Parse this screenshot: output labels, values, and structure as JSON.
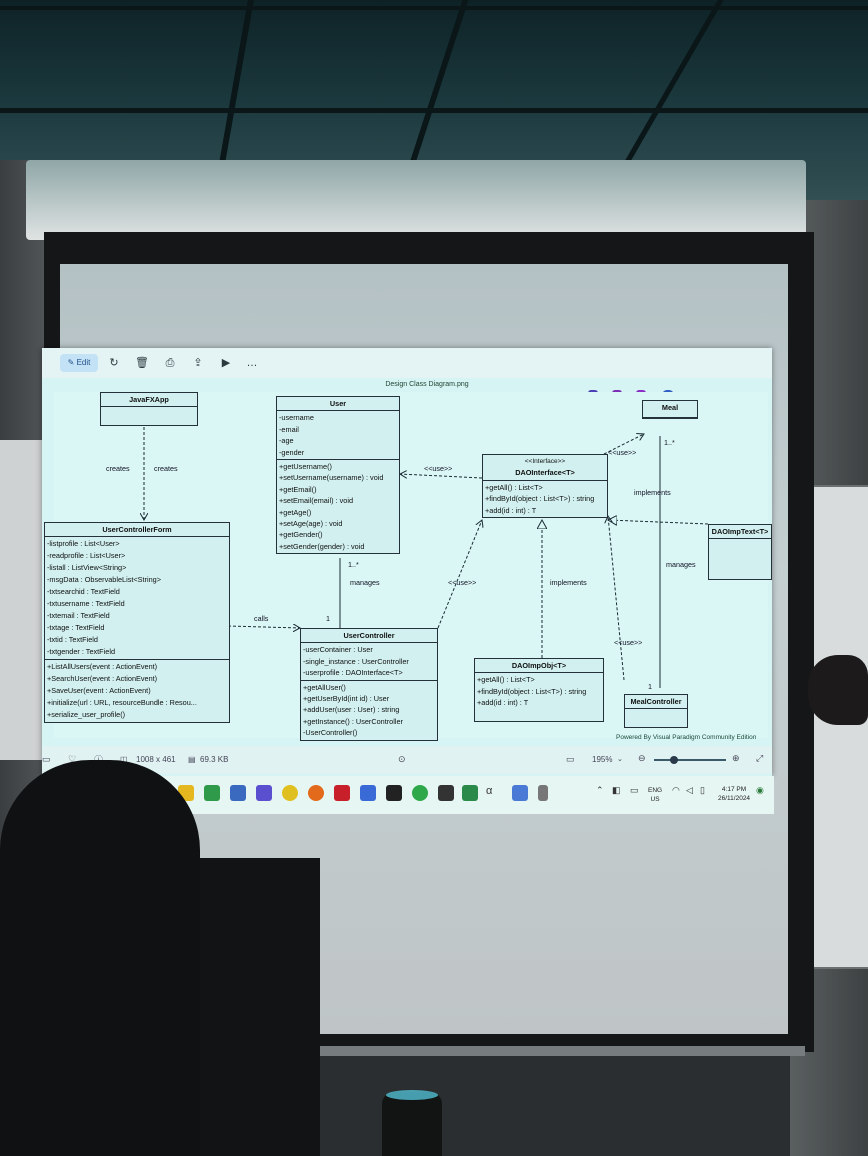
{
  "app": {
    "toolbar": {
      "edit_label": "Edit"
    },
    "title": "Design Class Diagram.png",
    "status": {
      "dimensions": "1008 x 461",
      "filesize": "69.3 KB",
      "zoom": "195%"
    }
  },
  "diagram": {
    "javafxapp": {
      "name": "JavaFXApp"
    },
    "user": {
      "name": "User",
      "attributes": [
        "-username",
        "-email",
        "-age",
        "-gender"
      ],
      "methods": [
        "+getUsername()",
        "+setUsername(username) : void",
        "+getEmail()",
        "+setEmail(email) : void",
        "+getAge()",
        "+setAge(age) : void",
        "+getGender()",
        "+setGender(gender) : void"
      ]
    },
    "daointerface": {
      "stereotype": "<<Interface>>",
      "name": "DAOInterface<T>",
      "methods": [
        "+getAll() : List<T>",
        "+findById(object : List<T>) : string",
        "+add(id : int) : T"
      ]
    },
    "usercontrollerform": {
      "name": "UserControllerForm",
      "attributes": [
        "-listprofile : List<User>",
        "-readprofile : List<User>",
        "-listall : ListView<String>",
        "-msgData : ObservableList<String>",
        "-txtsearchid : TextField",
        "-txtusername : TextField",
        "-txtemail : TextField",
        "-txtage : TextField",
        "-txtid : TextField",
        "-txtgender : TextField"
      ],
      "methods": [
        "+ListAllUsers(event : ActionEvent)",
        "+SearchUser(event : ActionEvent)",
        "+SaveUser(event : ActionEvent)",
        "+initialize(url : URL, resourceBundle : Resou...",
        "+serialize_user_profile()"
      ]
    },
    "usercontroller": {
      "name": "UserController",
      "attributes": [
        "-userContainer : User",
        "-single_instance : UserController",
        "-userprofile : DAOInterface<T>"
      ],
      "methods": [
        "+getAllUser()",
        "+getUserById(int id) : User",
        "+addUser(user : User) : string",
        "+getInstance() : UserController",
        "-UserController()"
      ]
    },
    "daoimpobj": {
      "name": "DAOImpObj<T>",
      "methods": [
        "+getAll() : List<T>",
        "+findById(object : List<T>) : string",
        "+add(id : int) : T"
      ]
    },
    "daoimptext": {
      "name": "DAOImpText<T>"
    },
    "mealcontroller": {
      "name": "MealController"
    },
    "meal": {
      "name": "Meal"
    },
    "labels": {
      "creates1": "creates",
      "creates2": "creates",
      "use1": "<<use>>",
      "use2": "<<use>>",
      "use3": "<<use>>",
      "use4": "<<use>>",
      "implements1": "implements",
      "implements2": "implements",
      "manages1": "manages",
      "manages2": "manages",
      "calls": "calls",
      "mult_1n_a": "1..*",
      "mult_1_a": "1",
      "mult_1n_b": "1..*",
      "mult_1_b": "1"
    },
    "watermark": "Powered By  Visual Paradigm Community Edition"
  },
  "taskbar": {
    "lang_top": "ENG",
    "lang_bottom": "US",
    "time": "4:17 PM",
    "date": "26/11/2024"
  }
}
